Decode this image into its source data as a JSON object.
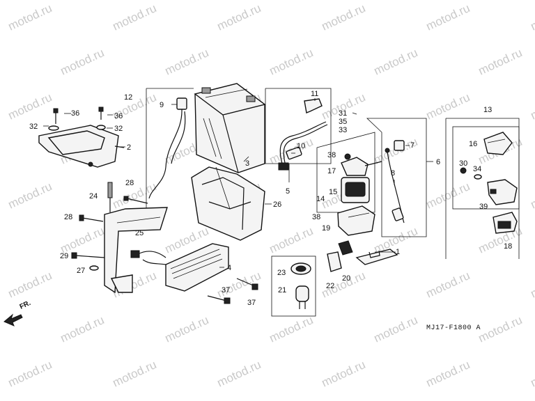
{
  "watermark": "motod.ru",
  "drawing_code": "MJ17-F1800 A",
  "front_indicator": "FR.",
  "callouts": {
    "c1": "1",
    "c2": "2",
    "c3": "3",
    "c4": "4",
    "c5": "5",
    "c6": "6",
    "c7": "7",
    "c8": "8",
    "c9": "9",
    "c10": "10",
    "c11": "11",
    "c12": "12",
    "c13": "13",
    "c14": "14",
    "c15": "15",
    "c16": "16",
    "c17": "17",
    "c18": "18",
    "c19": "19",
    "c20": "20",
    "c21": "21",
    "c22": "22",
    "c23": "23",
    "c24": "24",
    "c25": "25",
    "c26": "26",
    "c27": "27",
    "c28": "28",
    "c29": "29",
    "c30": "30",
    "c31": "31",
    "c32": "32",
    "c33": "33",
    "c34": "34",
    "c35": "35",
    "c36": "36",
    "c37": "37",
    "c38": "38",
    "c39": "39"
  }
}
